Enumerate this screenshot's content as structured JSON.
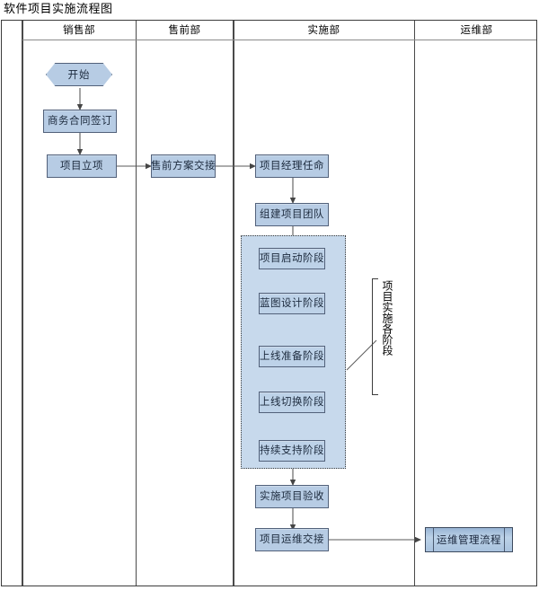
{
  "title": "软件项目实施流程图",
  "lanes": [
    {
      "id": "spacer",
      "label": ""
    },
    {
      "id": "sales",
      "label": "销售部"
    },
    {
      "id": "presales",
      "label": "售前部"
    },
    {
      "id": "implementation",
      "label": "实施部"
    },
    {
      "id": "operations",
      "label": "运维部"
    }
  ],
  "nodes": {
    "start": "开始",
    "contract_signing": "商务合同签订",
    "project_initiation": "项目立项",
    "presales_handover": "售前方案交接",
    "pm_appointment": "项目经理任命",
    "team_formation": "组建项目团队",
    "phase_kickoff": "项目启动阶段",
    "phase_blueprint": "蓝图设计阶段",
    "phase_golive_prep": "上线准备阶段",
    "phase_golive_switch": "上线切换阶段",
    "phase_continuous_support": "持续支持阶段",
    "project_acceptance": "实施项目验收",
    "ops_handover": "项目运维交接",
    "ops_management_process": "运维管理流程"
  },
  "annotation": {
    "label": "项目实施各阶段"
  },
  "colors": {
    "node_fill": "#b7cce4",
    "node_border": "#52617a",
    "group_fill": "#c7d9ec",
    "group_border": "#3a3a3a",
    "table_border": "#3c3c3c",
    "connector": "#5a5a5a",
    "text": "#1c2a3d"
  }
}
